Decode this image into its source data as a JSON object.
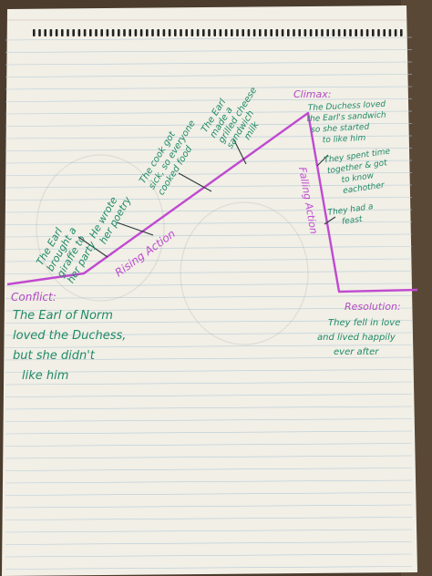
{
  "plot": {
    "conflict": {
      "heading": "Conflict:",
      "lines": [
        "The Earl of Norm",
        "loved the Duchess,",
        "but she didn't",
        "like him"
      ]
    },
    "rising_label": "Rising Action",
    "rising_events": [
      {
        "lines": [
          "The Earl",
          "brought a",
          "giraffe to",
          "her party"
        ]
      },
      {
        "lines": [
          "He wrote",
          "her poetry"
        ]
      },
      {
        "lines": [
          "The cook got",
          "sick, so everyone",
          "cooked food"
        ]
      },
      {
        "lines": [
          "The Earl",
          "made a",
          "grilled cheese",
          "sandwich",
          "milk"
        ]
      }
    ],
    "climax": {
      "heading": "Climax:",
      "lines": [
        "The Duchess loved",
        "the Earl's sandwich",
        "so she started",
        "to like him"
      ]
    },
    "falling_label": "Falling Action",
    "falling_events": [
      {
        "lines": [
          "They spent time",
          "together & got",
          "to know",
          "eachother"
        ]
      },
      {
        "lines": [
          "They had a",
          "feast"
        ]
      }
    ],
    "resolution": {
      "heading": "Resolution:",
      "lines": [
        "They fell in love",
        "and lived happily",
        "ever after"
      ]
    }
  },
  "colors": {
    "plot_line": "#c04ad0",
    "event_text": "#1f8a68",
    "heading": "#b24ac2",
    "binding": "#222222",
    "paper": "#f1efe6"
  }
}
